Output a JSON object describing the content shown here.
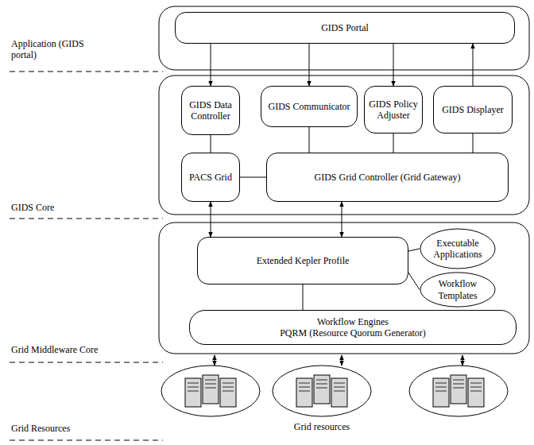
{
  "diagram": {
    "nodes": [
      {
        "text": [
          "GIDS Portal"
        ]
      },
      {
        "text": [
          "GIDS Data Controller"
        ]
      },
      {
        "text": [
          "GIDS Communicator"
        ]
      },
      {
        "text": [
          "GIDS Policy Adjuster"
        ]
      },
      {
        "text": [
          "GIDS Displayer"
        ]
      },
      {
        "text": [
          "PACS Grid"
        ]
      },
      {
        "text": [
          "GIDS Grid Controller (Grid Gateway)"
        ]
      },
      {
        "text": [
          "Extended Kepler Profile"
        ]
      },
      {
        "text": [
          "Executable Applications"
        ]
      },
      {
        "text": [
          "Workflow Templates"
        ]
      },
      {
        "text": [
          "Workflow Engines",
          "PQRM (Resource Quorum Generator)"
        ]
      }
    ],
    "edges": [
      {
        "from": 0,
        "to": 1,
        "arrow": "to"
      },
      {
        "from": 0,
        "to": 2,
        "arrow": "to"
      },
      {
        "from": 0,
        "to": 3,
        "arrow": "to"
      },
      {
        "from": 4,
        "to": 0,
        "arrow": "to"
      },
      {
        "from": 1,
        "to": 5,
        "arrow": "none"
      },
      {
        "from": 2,
        "to": 6,
        "arrow": "none"
      },
      {
        "from": 3,
        "to": 6,
        "arrow": "none"
      },
      {
        "from": 4,
        "to": 6,
        "arrow": "none"
      },
      {
        "from": 5,
        "to": 6,
        "arrow": "none"
      },
      {
        "from": 5,
        "to": 7,
        "arrow": "both"
      },
      {
        "from": 6,
        "to": 7,
        "arrow": "both"
      },
      {
        "from": 7,
        "to": 8,
        "arrow": "none"
      },
      {
        "from": 7,
        "to": 9,
        "arrow": "none"
      },
      {
        "from": 7,
        "to": 10,
        "arrow": "none"
      }
    ],
    "labels": [
      "Application (GIDS portal)",
      "GIDS Core",
      "Grid Middleware Core",
      "Grid Resources",
      "Grid resources"
    ]
  }
}
